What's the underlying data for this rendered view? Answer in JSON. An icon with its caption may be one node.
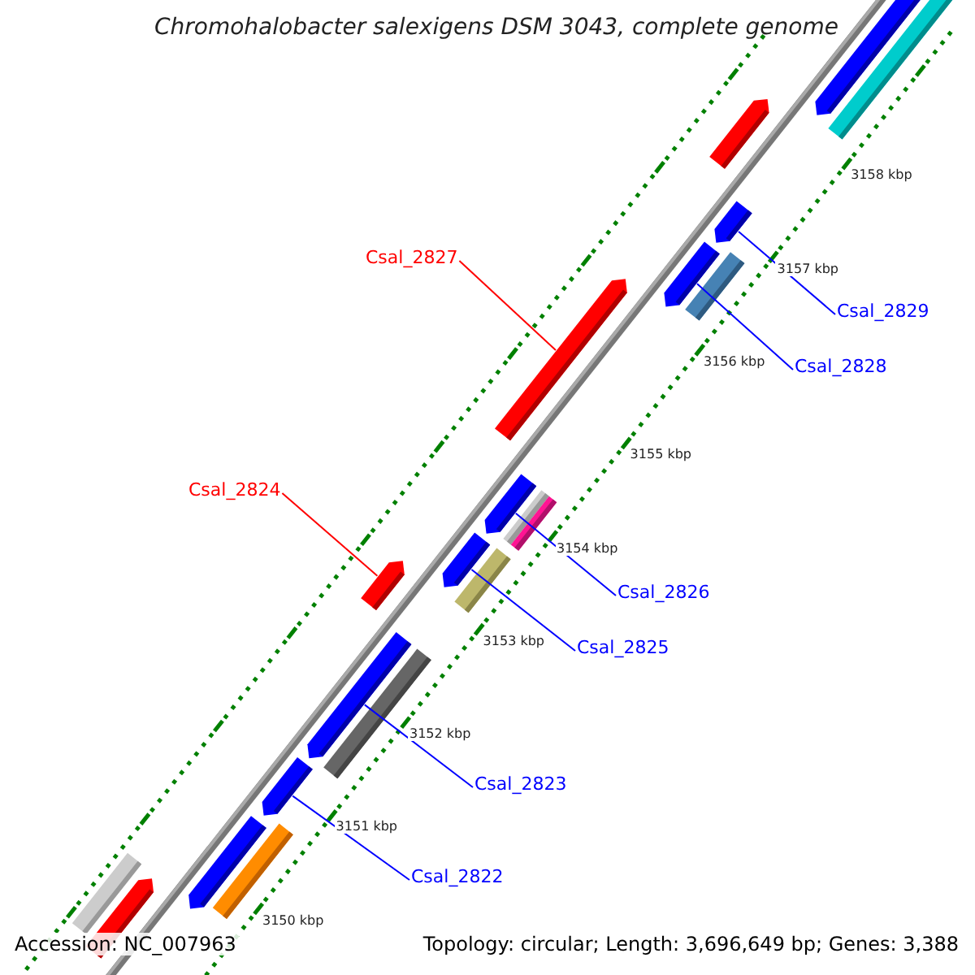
{
  "diagram": {
    "title": "Chromohalobacter salexigens DSM 3043, complete genome",
    "nodes": [
      {
        "text": [
          "Csal_2827"
        ]
      },
      {
        "text": [
          "Csal_2829"
        ]
      },
      {
        "text": [
          "Csal_2828"
        ]
      },
      {
        "text": [
          "Csal_2824"
        ]
      },
      {
        "text": [
          "Csal_2826"
        ]
      },
      {
        "text": [
          "Csal_2825"
        ]
      },
      {
        "text": [
          "Csal_2823"
        ]
      },
      {
        "text": [
          "Csal_2822"
        ]
      },
      {
        "text": [],
        "shape": "bar"
      },
      {
        "text": [],
        "shape": "bar"
      },
      {
        "text": [],
        "shape": "bar"
      },
      {
        "text": [],
        "shape": "bar"
      },
      {
        "text": [],
        "shape": "bar"
      },
      {
        "text": [],
        "shape": "bar"
      },
      {
        "text": [],
        "shape": "bar"
      },
      {
        "text": [],
        "shape": "bar"
      }
    ],
    "edges": [
      {
        "from": 0,
        "to": 10,
        "arrow": "none",
        "color": "#ff0000"
      },
      {
        "from": 1,
        "to": 8,
        "arrow": "none"
      },
      {
        "from": 2,
        "to": 9,
        "arrow": "none"
      },
      {
        "from": 3,
        "to": 13,
        "arrow": "none",
        "color": "#ff0000"
      },
      {
        "from": 4,
        "to": 11,
        "arrow": "none"
      },
      {
        "from": 5,
        "to": 12,
        "arrow": "none"
      },
      {
        "from": 6,
        "to": 14,
        "arrow": "none"
      },
      {
        "from": 7,
        "to": 15,
        "arrow": "none"
      }
    ],
    "labels": [
      "3158 kbp",
      "3157 kbp",
      "3156 kbp",
      "3155 kbp",
      "3154 kbp",
      "3153 kbp",
      "3152 kbp",
      "3151 kbp",
      "3150 kbp",
      "Accession: NC_007963",
      "Topology: circular; Length: 3,696,649 bp; Genes: 3,388"
    ]
  }
}
